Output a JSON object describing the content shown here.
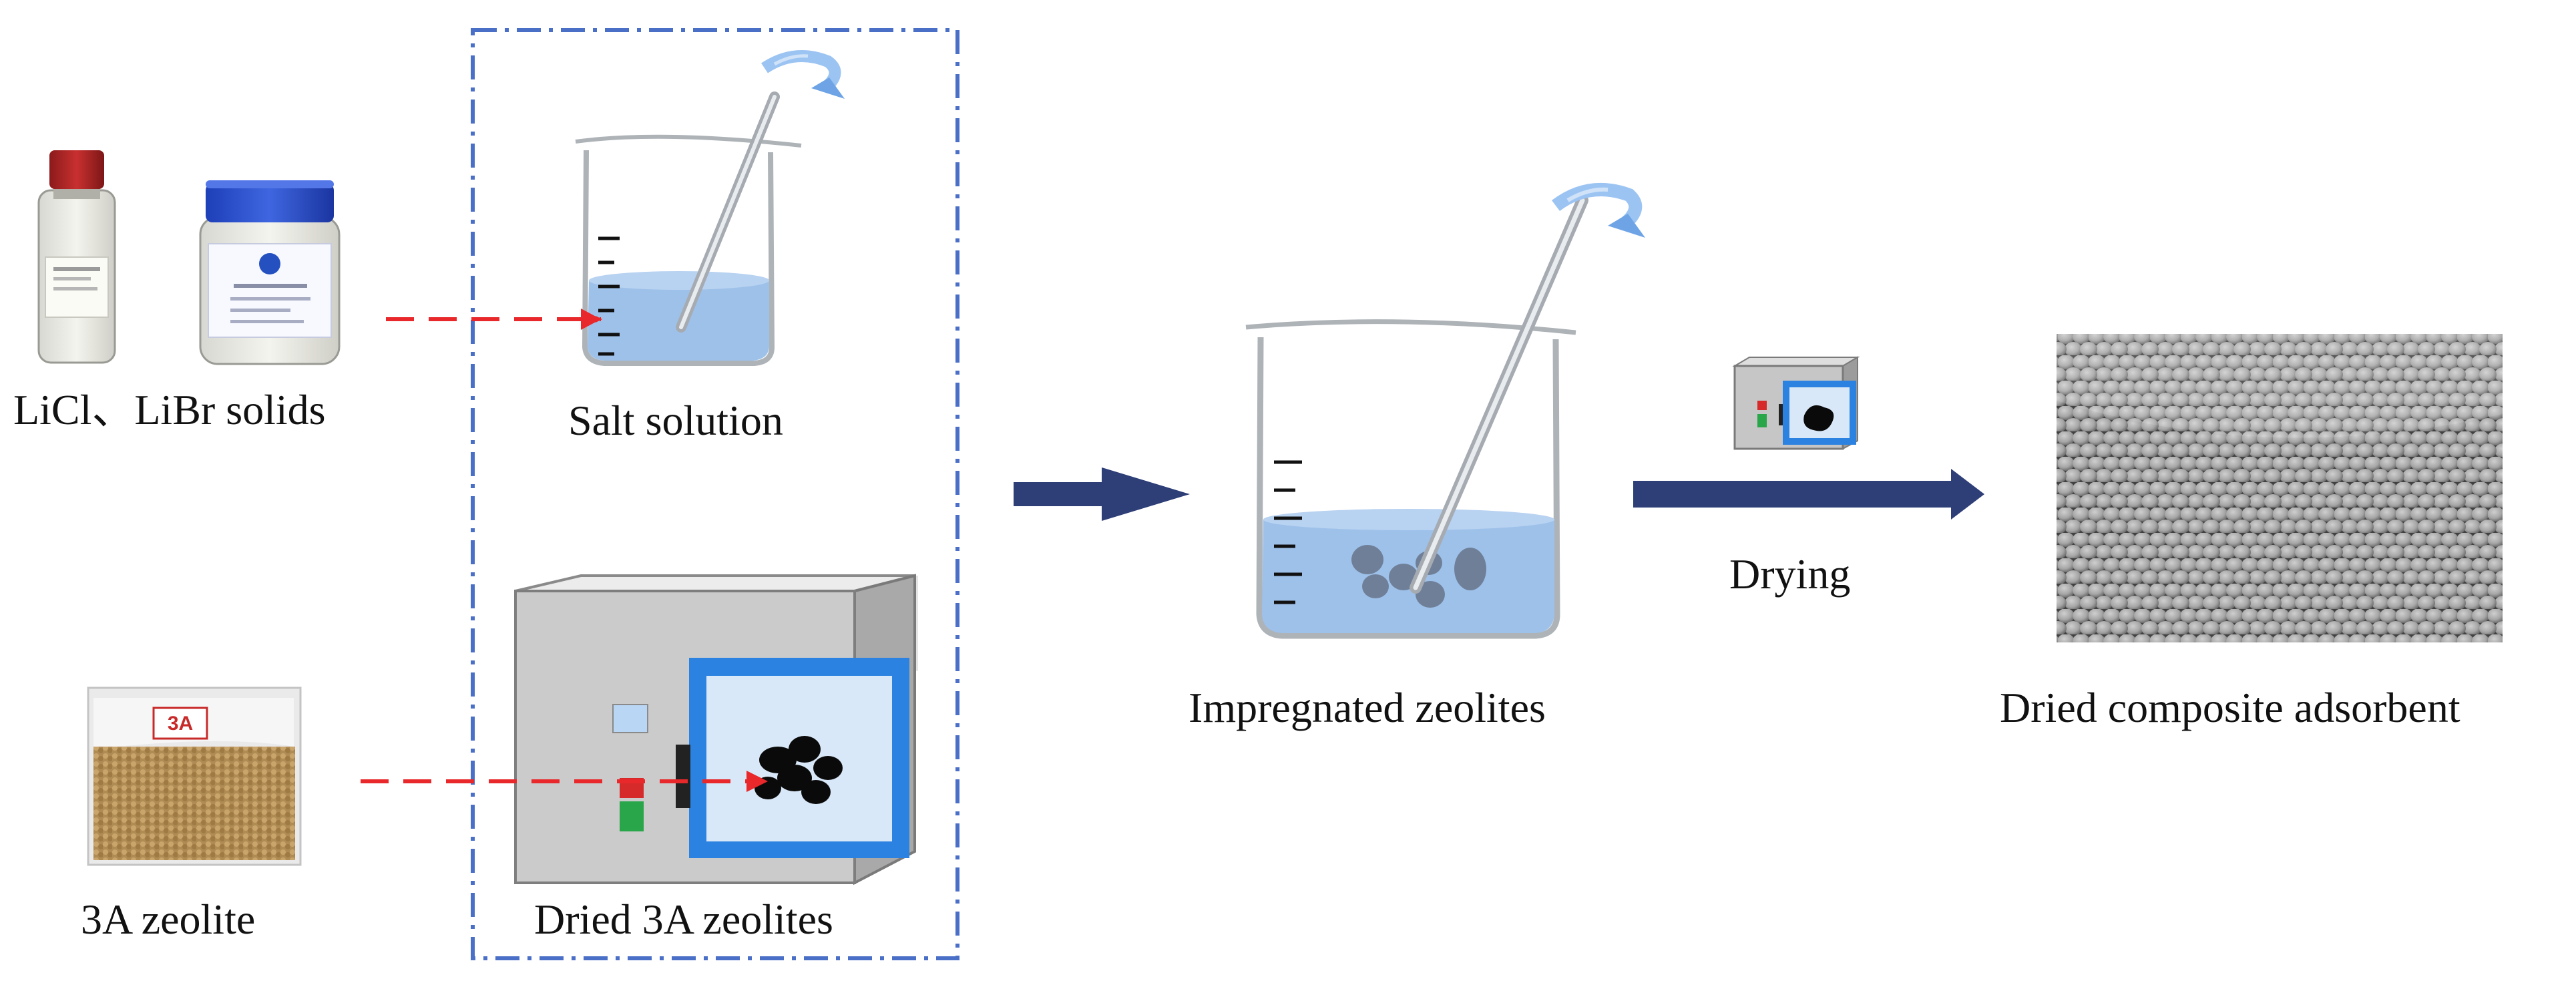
{
  "labels": {
    "salts": "LiCl、LiBr solids",
    "salt_solution": "Salt solution",
    "zeolite": "3A zeolite",
    "dried_zeolites": "Dried 3A zeolites",
    "impregnated": "Impregnated zeolites",
    "drying": "Drying",
    "final": "Dried composite adsorbent"
  },
  "bag_tag": "3A",
  "colors": {
    "dashed_box": "#4a6fc7",
    "red_arrow": "#e8282b",
    "process_arrow": "#2e3f78",
    "solution": "#9ec1ea",
    "oven_body": "#c9c9c9",
    "oven_door": "#2b82e0",
    "stir_arrow": "#9cc4f2"
  }
}
